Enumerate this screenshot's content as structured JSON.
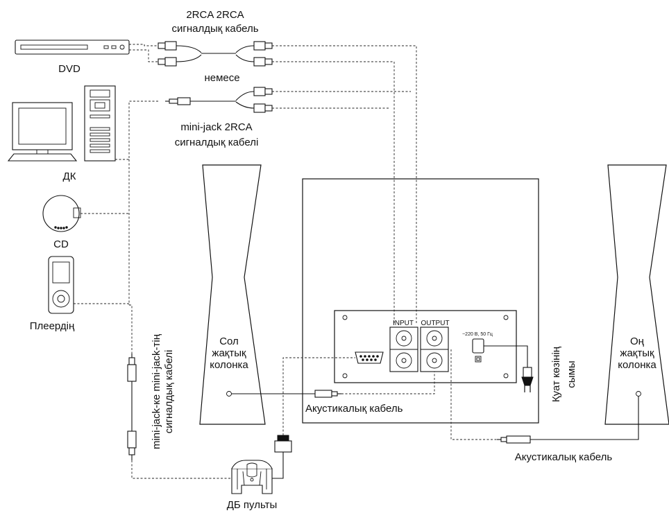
{
  "labels": {
    "cable_2rca_line1": "2RCA 2RCA",
    "cable_2rca_line2": "сигналдық кабель",
    "dvd": "DVD",
    "or": "немесе",
    "cable_minijack_line1": "mini-jack 2RCA",
    "cable_minijack_line2": "сигналдық кабелі",
    "pc": "ДК",
    "cd": "CD",
    "player": "Плеердің",
    "left_speaker_line1": "Сол",
    "left_speaker_line2": "жақтық",
    "left_speaker_line3": "колонка",
    "right_speaker_line1": "Оң",
    "right_speaker_line2": "жақтық",
    "right_speaker_line3": "колонка",
    "input": "INPUT",
    "output": "OUTPUT",
    "power_rating": "~220 В, 50 Гц",
    "power_cord_line1": "Қуат көзінің",
    "power_cord_line2": "сымы",
    "acoustic_cable_1": "Акустикалық кабель",
    "acoustic_cable_2": "Акустикалық кабель",
    "minijack_cable_line1": "mini-jack-ке mini-jack-тің",
    "minijack_cable_line2": "сигналдық кабелі",
    "remote": "ДБ пульты"
  }
}
